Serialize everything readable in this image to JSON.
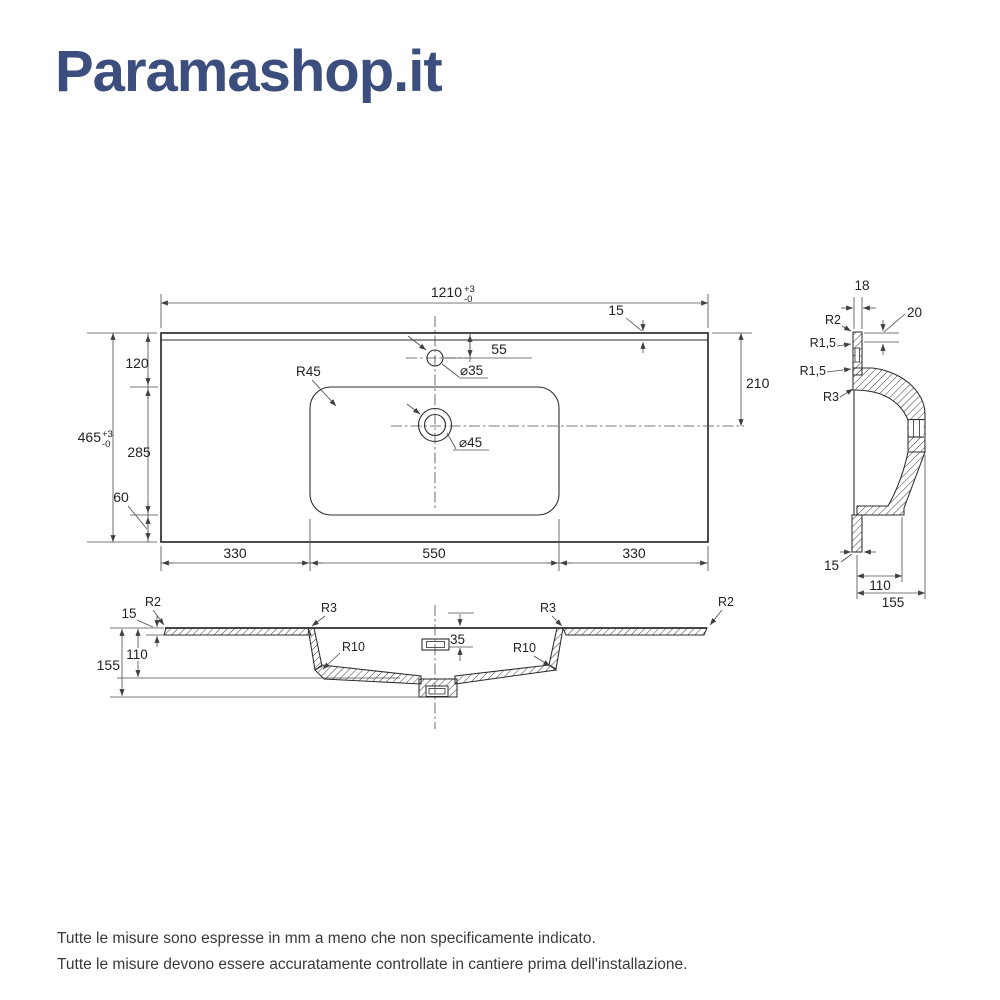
{
  "logo": {
    "text": "Paramashop.it"
  },
  "colors": {
    "logo": "#3c4e7d",
    "line": "#2d2d2d",
    "dim": "#4b4b4b"
  },
  "plan": {
    "dim_width": {
      "value": "1210",
      "tol_plus": "+3",
      "tol_minus": "-0"
    },
    "dim_depth": {
      "value": "465",
      "tol_plus": "+3",
      "tol_minus": "-0"
    },
    "dim_edge": "15",
    "dim_faucet_offset": "55",
    "dim_faucet_hole": "⌀35",
    "dim_drain_hole": "⌀45",
    "dim_basin_radius": "R45",
    "dim_right": "210",
    "chain_left": [
      "120",
      "285",
      "60"
    ],
    "chain_bottom": [
      "330",
      "550",
      "330"
    ]
  },
  "side_section": {
    "dim_top_width": "18",
    "dim_lip": "20",
    "radius_r2": "R2",
    "radius_r15_a": "R1,5",
    "radius_r15_b": "R1,5",
    "radius_r3": "R3",
    "dim_bottom": "15",
    "dim_110": "110",
    "dim_155": "155"
  },
  "front_section": {
    "dim_edge": "15",
    "radius_r2_left": "R2",
    "radius_r3_left": "R3",
    "radius_r10_left": "R10",
    "dim_overflow": "35",
    "radius_r10_right": "R10",
    "radius_r3_right": "R3",
    "radius_r2_right": "R2",
    "dim_110": "110",
    "dim_155": "155"
  },
  "footer": {
    "line1": "Tutte le misure sono espresse in mm a meno che non specificamente indicato.",
    "line2": "Tutte le misure devono essere accuratamente controllate in cantiere prima dell'installazione."
  }
}
